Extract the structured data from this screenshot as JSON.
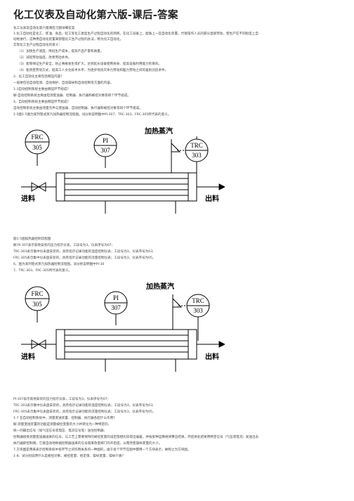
{
  "title": "化工仪表及自动化第六版-课后-答案",
  "lines_top": [
    "化工仪表及自动化第六版课后习题详细答案",
    "1.化工自动化是化工、炼油、食品、轻工等化工类型生产过程自动化的简称。在化工设备上，配备上一些自动化装置，代替操作人员的部分直接劳动，使生产在不同程度上自",
    "动地进行，这种用自动化装置来管理化工生产过程的办法，称为化工自动化。",
    "实现化工生产过程自动化的意义：",
    "（1）加快生产速度，降低生产成本，提高产品产量和质量。",
    "（2）减轻劳动强度，改善劳动条件。",
    "（3）能够保证生产安全，防止事故发生或扩大，达到延长设备使用寿命、提高设备利用能力的目的。",
    "（4）能改变劳动方式，提高工人文化技术水平，为逐步地消灭体力劳动和脑力劳动之间的差别创造条件。",
    "2、化工自动化主要包括哪些内容?",
    "一般要包括自动检测、自动保护、自动操纵和自动控制等方面的内容。",
    "1-3自动控制系统主要由哪些环节组成?",
    "解:自动控制系统主要由检测变送器、控制器、执行器和被控对象等四个环节组成。",
    "4、自动控制系统主要由哪些环节组成?",
    "自动控制系统主要由测量元件与变送器、自动控制器、执行器和被控对象等四个环节组成。",
    "1-5图1-5图为某列管式蒸汽加热器控制流程图。试分别说明图中PI-307、TRC-303、FRC-305所代表的意义。"
  ],
  "lines_mid": [
    "题1-5图加热器控制流程图",
    "解:PI-307表示就地安装的压力指示仪表，工段号为3，仪表序号为07;",
    "TRC-303表示集中仪表盘安装的，具有指示记录功能的温度控制仪表；工段号为3，仪表序号为03;",
    "FRC-305表示集中仪表盘安装的，具有指示记录功能的流量控制仪表；工段号为3，仪表序号为05。",
    "6、图为某列管式蒸汽加热器控制流程图。试分别说明图中PI-30",
    "7、TRC-303、FRC-305所代表的意义。"
  ],
  "lines_bottom": [
    "PI-307表示就地安装的压力指示仪表，工段号为3，仪表序号为07;",
    "TRC-303表示集中仪表盘安装的，具有指示记录功能的温度控制仪表；工段号为3，仪表序号为03;",
    "FRC-305表示集中仪表盘安装的，具有指示记录功能的流量控制仪表；工段号为3，仪表序号为05。",
    "1-7 在自动控制系统中，测量变送装置、控制器、执行器各起什么作用?",
    "解:测量变送装置的功能是测量被控变量的大小并转化为一种特定的、",
    "统一的输出信号（如气压信号或电压、电流信号等）送往控制器;",
    "控制器接受测量变送器送来的信号，与工艺上需要保持的被控变量的设定值相比较得出偏差，并按某种运算规律算出结果，然后将此结果用特定信号（气压或电流）发送出去",
    "执行器即控制阀，它能自动地根据控制器送来的信号值来改变阀门的开启度，从而改变操纵变量的大小。",
    "7.方块图是用来表示控制系统中各环节之间作用关系的一种图形，由于各个环节在图中都用一个方块表示，故称之为方块图。",
    "1-8、试分别说明什么是被控对象、被控变量、给定值、操纵变量、操纵介质?"
  ],
  "diagram": {
    "pi_label": "PI",
    "pi_number": "307",
    "frc_label": "FRC",
    "frc_number": "305",
    "trc_label": "TRC",
    "trc_number": "303",
    "steam_label": "加热蒸汽",
    "inlet_label": "进料",
    "outlet_label": "出料"
  }
}
